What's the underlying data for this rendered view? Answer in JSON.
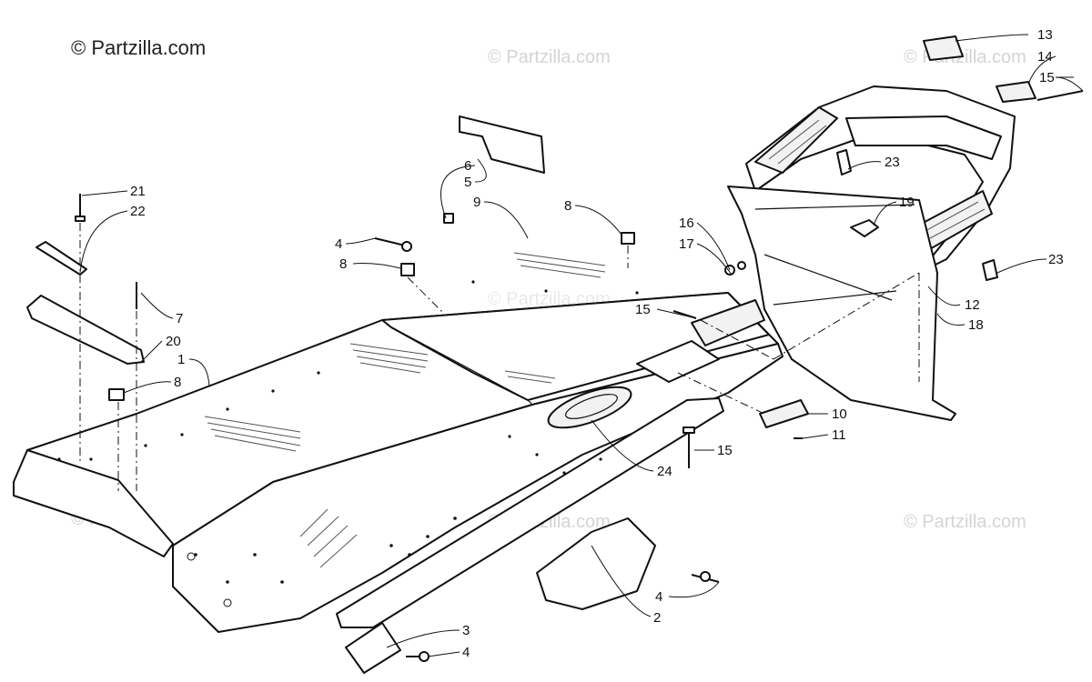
{
  "watermarks": {
    "main": "© Partzilla.com",
    "faint": [
      "© Partzilla.com",
      "© Partzilla.com",
      "© Partzilla.com",
      "© Partzilla.com",
      "© Partzilla.com",
      "© Partzilla.com"
    ]
  },
  "callouts": [
    {
      "id": "c1",
      "label": "1"
    },
    {
      "id": "c2",
      "label": "2"
    },
    {
      "id": "c3",
      "label": "3"
    },
    {
      "id": "c4a",
      "label": "4"
    },
    {
      "id": "c4b",
      "label": "4"
    },
    {
      "id": "c4c",
      "label": "4"
    },
    {
      "id": "c5",
      "label": "5"
    },
    {
      "id": "c6",
      "label": "6"
    },
    {
      "id": "c7",
      "label": "7"
    },
    {
      "id": "c8a",
      "label": "8"
    },
    {
      "id": "c8b",
      "label": "8"
    },
    {
      "id": "c8c",
      "label": "8"
    },
    {
      "id": "c9",
      "label": "9"
    },
    {
      "id": "c10",
      "label": "10"
    },
    {
      "id": "c11",
      "label": "11"
    },
    {
      "id": "c12",
      "label": "12"
    },
    {
      "id": "c13",
      "label": "13"
    },
    {
      "id": "c14",
      "label": "14"
    },
    {
      "id": "c15a",
      "label": "15"
    },
    {
      "id": "c15b",
      "label": "15"
    },
    {
      "id": "c15c",
      "label": "15"
    },
    {
      "id": "c16",
      "label": "16"
    },
    {
      "id": "c17",
      "label": "17"
    },
    {
      "id": "c18",
      "label": "18"
    },
    {
      "id": "c19",
      "label": "19"
    },
    {
      "id": "c20",
      "label": "20"
    },
    {
      "id": "c21",
      "label": "21"
    },
    {
      "id": "c22",
      "label": "22"
    },
    {
      "id": "c23a",
      "label": "23"
    },
    {
      "id": "c23b",
      "label": "23"
    },
    {
      "id": "c24",
      "label": "24"
    }
  ]
}
